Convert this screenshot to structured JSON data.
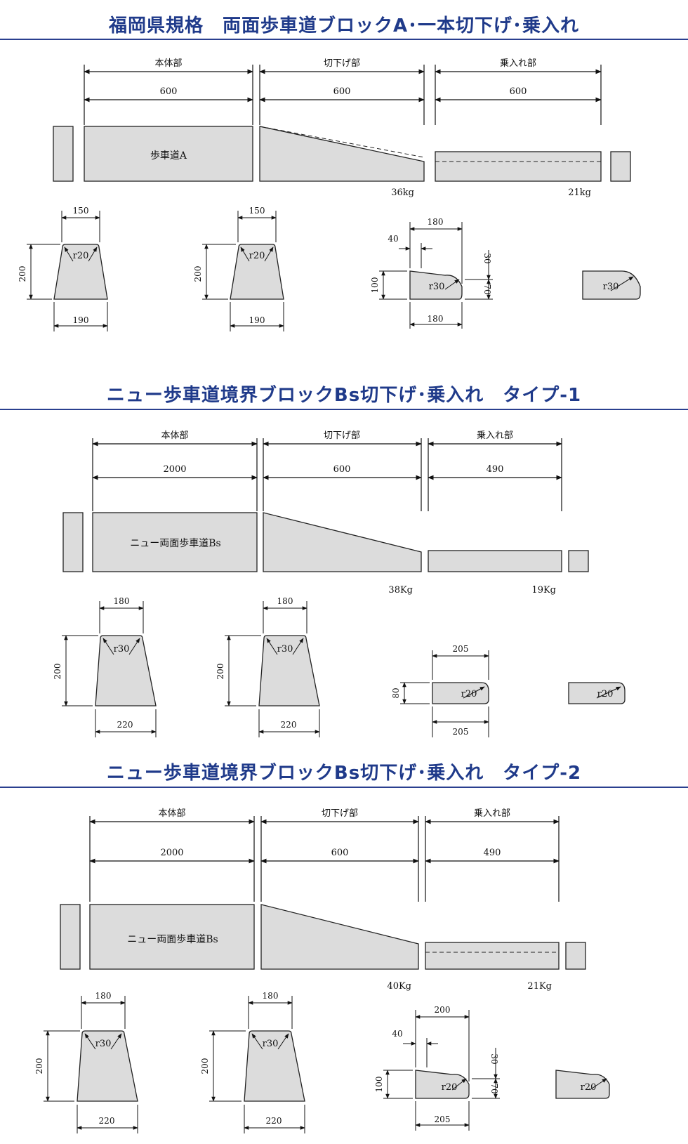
{
  "sections": [
    {
      "title": "福岡県規格　両面歩車道ブロックA･一本切下げ･乗入れ",
      "labels": {
        "main": "本体部",
        "cut": "切下げ部",
        "entry": "乗入れ部"
      },
      "lengths": {
        "main": "600",
        "cut": "600",
        "entry": "600"
      },
      "block_name": "歩車道A",
      "weights": {
        "cut": "36kg",
        "entry": "21kg"
      },
      "sec1": {
        "top": "150",
        "height": "200",
        "radius": "r20",
        "bottom": "190"
      },
      "sec2": {
        "top": "150",
        "height": "200",
        "radius": "r20",
        "bottom": "190"
      },
      "sec3": {
        "top": "180",
        "offset": "40",
        "height": "100",
        "upper": "30",
        "lower": "70",
        "radius": "r30",
        "bottom": "180"
      },
      "sec4": {
        "radius": "r30"
      }
    },
    {
      "title": "ニュー歩車道境界ブロックBs切下げ･乗入れ　タイプ-1",
      "labels": {
        "main": "本体部",
        "cut": "切下げ部",
        "entry": "乗入れ部"
      },
      "lengths": {
        "main": "2000",
        "cut": "600",
        "entry": "490"
      },
      "block_name": "ニュー両面歩車道Bs",
      "weights": {
        "cut": "38Kg",
        "entry": "19Kg"
      },
      "sec1": {
        "top": "180",
        "height": "200",
        "radius": "r30",
        "bottom": "220"
      },
      "sec2": {
        "top": "180",
        "height": "200",
        "radius": "r30",
        "bottom": "220"
      },
      "sec3": {
        "top": "205",
        "height": "80",
        "radius": "r20",
        "bottom": "205"
      },
      "sec4": {
        "radius": "r20"
      }
    },
    {
      "title": "ニュー歩車道境界ブロックBs切下げ･乗入れ　タイプ-2",
      "labels": {
        "main": "本体部",
        "cut": "切下げ部",
        "entry": "乗入れ部"
      },
      "lengths": {
        "main": "2000",
        "cut": "600",
        "entry": "490"
      },
      "block_name": "ニュー両面歩車道Bs",
      "weights": {
        "cut": "40Kg",
        "entry": "21Kg"
      },
      "sec1": {
        "top": "180",
        "height": "200",
        "radius": "r30",
        "bottom": "220"
      },
      "sec2": {
        "top": "180",
        "height": "200",
        "radius": "r30",
        "bottom": "220"
      },
      "sec3": {
        "top": "200",
        "offset": "40",
        "height": "100",
        "upper": "30",
        "lower": "70",
        "radius": "r20",
        "bottom": "205"
      },
      "sec4": {
        "radius": "r20"
      }
    }
  ]
}
